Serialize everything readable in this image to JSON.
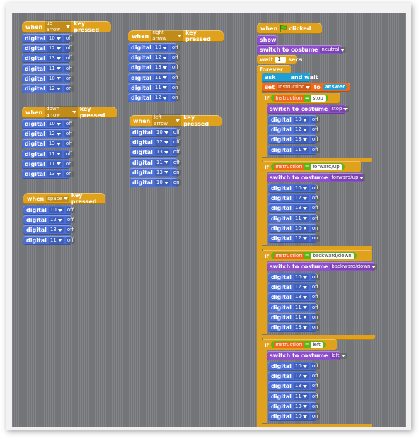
{
  "colors": {
    "control": "#e0a21c",
    "digital": "#4b6fd6",
    "looks": "#8e4fcc",
    "sensing": "#1f9fd3",
    "variables": "#f06a1c",
    "operators": "#5cb712",
    "canvas": "#7b7c80"
  },
  "labels": {
    "when": "when",
    "key_pressed": "key pressed",
    "digital": "digital",
    "clicked": "clicked",
    "show": "show",
    "switch_to_costume": "switch to costume",
    "wait": "wait",
    "secs": "secs",
    "forever": "forever",
    "ask": "ask",
    "and_wait": "and wait",
    "set": "set",
    "to": "to",
    "answer": "answer",
    "if": "if",
    "eq": "="
  },
  "scripts": [
    {
      "key": "up arrow",
      "blocks": [
        {
          "pin": "10",
          "state": "off"
        },
        {
          "pin": "12",
          "state": "off"
        },
        {
          "pin": "13",
          "state": "off"
        },
        {
          "pin": "11",
          "state": "off"
        },
        {
          "pin": "10",
          "state": "on"
        },
        {
          "pin": "12",
          "state": "on"
        }
      ]
    },
    {
      "key": "down arrow",
      "blocks": [
        {
          "pin": "10",
          "state": "off"
        },
        {
          "pin": "12",
          "state": "off"
        },
        {
          "pin": "13",
          "state": "off"
        },
        {
          "pin": "11",
          "state": "off"
        },
        {
          "pin": "11",
          "state": "on"
        },
        {
          "pin": "13",
          "state": "on"
        }
      ]
    },
    {
      "key": "space",
      "blocks": [
        {
          "pin": "10",
          "state": "off"
        },
        {
          "pin": "12",
          "state": "off"
        },
        {
          "pin": "13",
          "state": "off"
        },
        {
          "pin": "11",
          "state": "off"
        }
      ]
    },
    {
      "key": "right arrow",
      "blocks": [
        {
          "pin": "10",
          "state": "off"
        },
        {
          "pin": "12",
          "state": "off"
        },
        {
          "pin": "13",
          "state": "off"
        },
        {
          "pin": "11",
          "state": "off"
        },
        {
          "pin": "11",
          "state": "on"
        },
        {
          "pin": "12",
          "state": "on"
        }
      ]
    },
    {
      "key": "left arrow",
      "blocks": [
        {
          "pin": "10",
          "state": "off"
        },
        {
          "pin": "12",
          "state": "off"
        },
        {
          "pin": "13",
          "state": "off"
        },
        {
          "pin": "11",
          "state": "off"
        },
        {
          "pin": "13",
          "state": "on"
        },
        {
          "pin": "10",
          "state": "on"
        }
      ]
    }
  ],
  "main": {
    "costume_initial": "neutral",
    "wait_value": "1",
    "ask_value": "",
    "variable": "Instruction",
    "branches": [
      {
        "value": "stop",
        "costume": "stop",
        "blocks": [
          {
            "pin": "10",
            "state": "off"
          },
          {
            "pin": "12",
            "state": "off"
          },
          {
            "pin": "13",
            "state": "off"
          },
          {
            "pin": "11",
            "state": "off"
          }
        ]
      },
      {
        "value": "forward/up",
        "costume": "forward/up",
        "blocks": [
          {
            "pin": "10",
            "state": "off"
          },
          {
            "pin": "12",
            "state": "off"
          },
          {
            "pin": "13",
            "state": "off"
          },
          {
            "pin": "11",
            "state": "off"
          },
          {
            "pin": "10",
            "state": "on"
          },
          {
            "pin": "12",
            "state": "on"
          }
        ]
      },
      {
        "value": "backward/down",
        "costume": "backward/down",
        "blocks": [
          {
            "pin": "10",
            "state": "off"
          },
          {
            "pin": "12",
            "state": "off"
          },
          {
            "pin": "13",
            "state": "off"
          },
          {
            "pin": "11",
            "state": "off"
          },
          {
            "pin": "11",
            "state": "on"
          },
          {
            "pin": "13",
            "state": "on"
          }
        ]
      },
      {
        "value": "left",
        "costume": "left",
        "blocks": [
          {
            "pin": "10",
            "state": "off"
          },
          {
            "pin": "12",
            "state": "off"
          },
          {
            "pin": "13",
            "state": "off"
          },
          {
            "pin": "11",
            "state": "off"
          },
          {
            "pin": "13",
            "state": "on"
          },
          {
            "pin": "10",
            "state": "on"
          }
        ]
      }
    ]
  }
}
